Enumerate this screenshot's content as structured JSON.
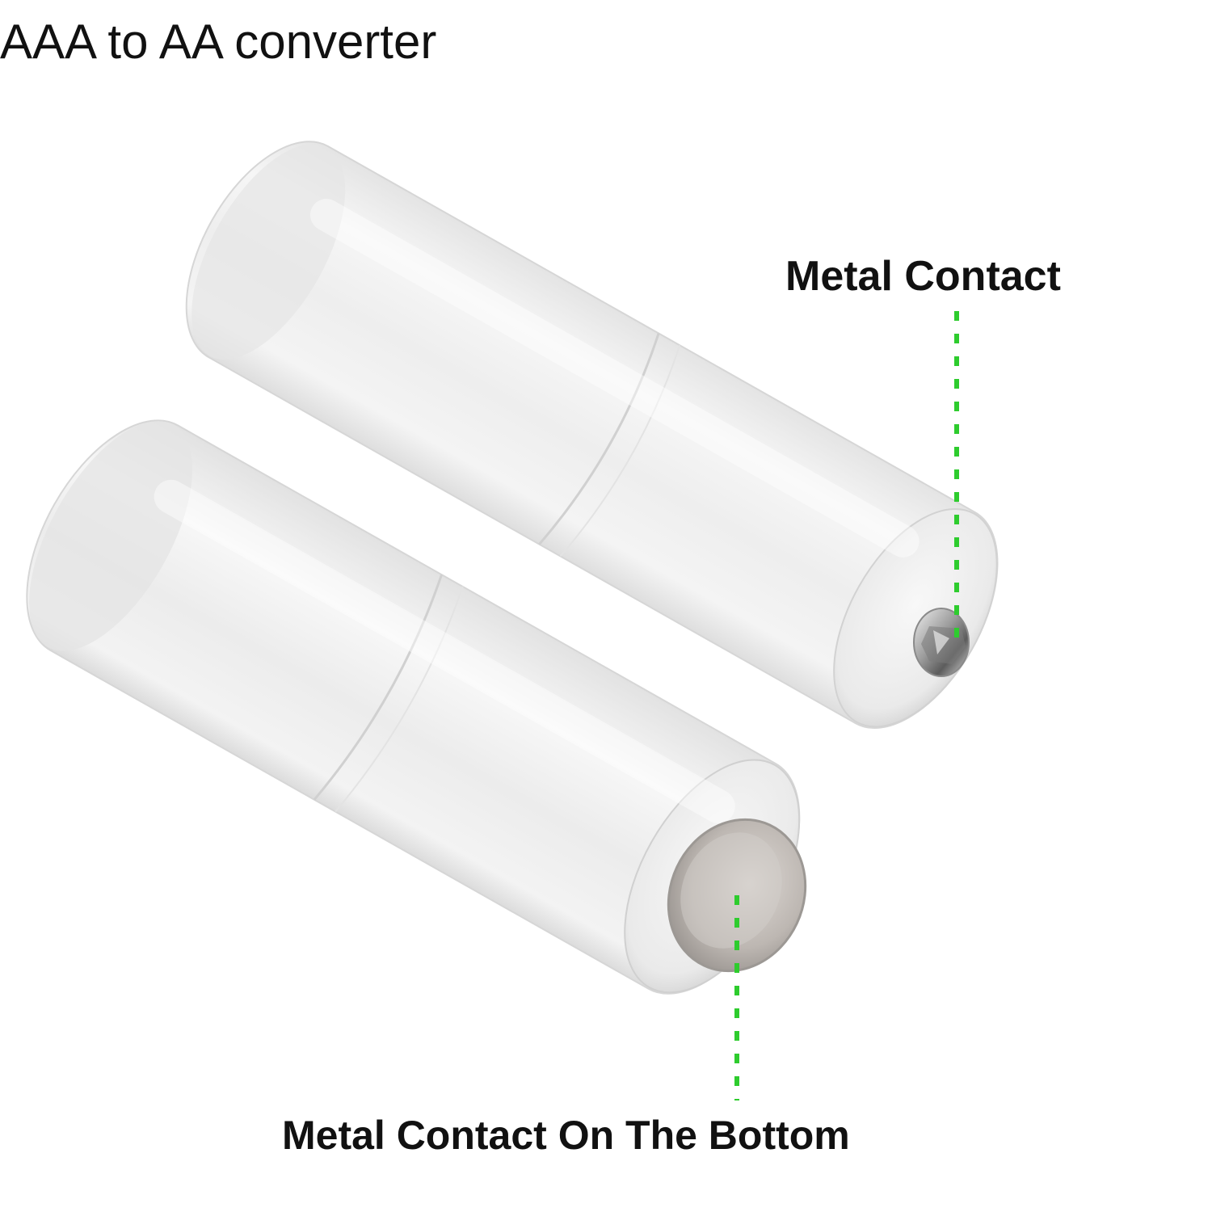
{
  "title": "AAA to AA converter",
  "callouts": {
    "top": "Metal Contact",
    "bottom": "Metal Contact On The Bottom"
  },
  "colors": {
    "leader_line": "#2ecc2e",
    "text": "#111111",
    "shell": "#eeeeee",
    "metal": "#b8b2ad"
  },
  "objects": {
    "back_adapter": "adapter-shell-with-positive-nub",
    "front_adapter": "adapter-shell-with-flat-bottom-contact"
  }
}
